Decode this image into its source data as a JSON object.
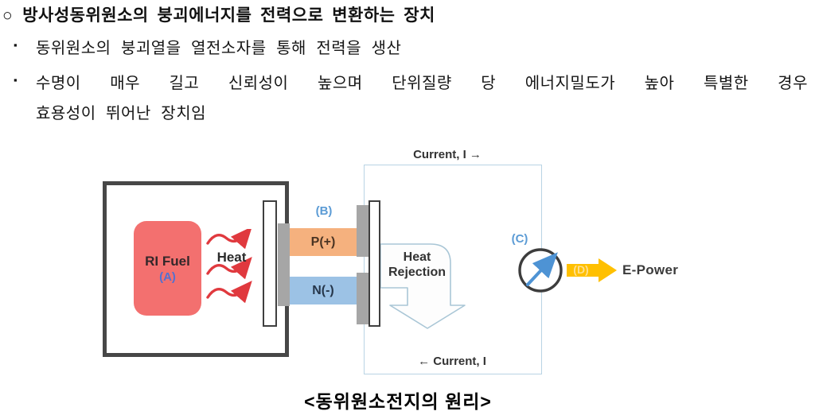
{
  "bullets": {
    "heading": {
      "bullet": "○",
      "text": "방사성동위원소의 붕괴에너지를 전력으로 변환하는 장치"
    },
    "items": [
      {
        "bullet": "▪",
        "text": "동위원소의 붕괴열을 열전소자를 통해 전력을 생산"
      },
      {
        "bullet": "▪",
        "text": "수명이 매우 길고 신뢰성이 높으며 단위질량 당 에너지밀도가 높아 특별한 경우"
      },
      {
        "bullet": "",
        "text": "효용성이 뛰어난 장치임"
      }
    ]
  },
  "diagram": {
    "ri_fuel_label": "RI Fuel",
    "label_a": "(A)",
    "heat_label": "Heat",
    "label_b": "(B)",
    "p_leg_label": "P(+)",
    "n_leg_label": "N(-)",
    "current_top": "Current, I →",
    "current_bottom": "← Current, I",
    "heat_rejection_line1": "Heat",
    "heat_rejection_line2": "Rejection",
    "label_c": "(C)",
    "label_d": "(D)",
    "e_power_label": "E-Power",
    "colors": {
      "fuel_pink": "#F3706F",
      "heat_arrow_red": "#E0393E",
      "p_leg_orange": "#F5B17E",
      "n_leg_blue": "#9CC2E5",
      "connector_gray": "#A6A6A6",
      "circuit_box_blue": "#B9D4E4",
      "label_blue": "#5B9BD5",
      "power_yellow": "#FFC000",
      "needle_blue": "#4E93D4"
    }
  },
  "caption": "<동위원소전지의 원리>"
}
